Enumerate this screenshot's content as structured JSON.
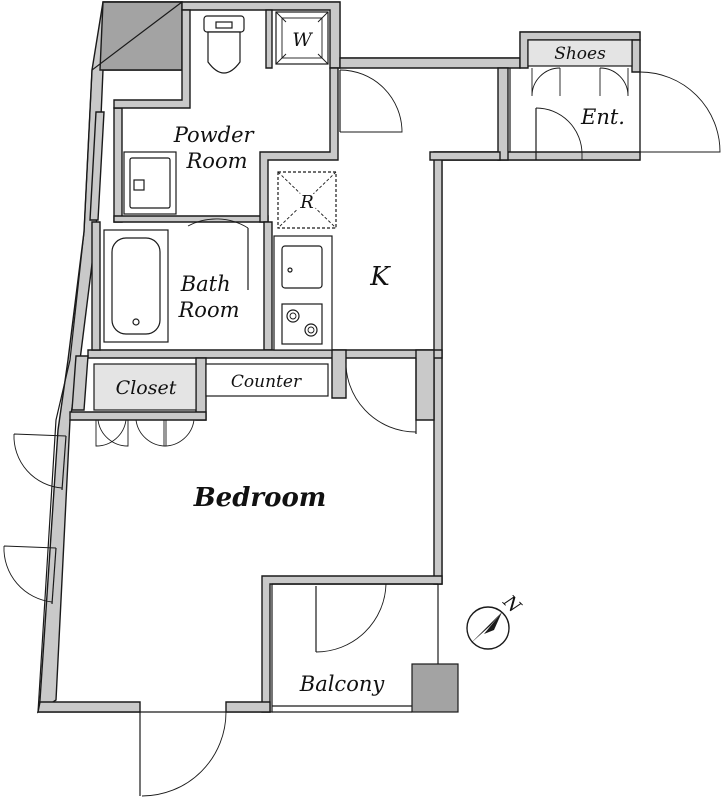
{
  "rooms": {
    "powder_room": "Powder\nRoom",
    "washer": "W",
    "shoes": "Shoes",
    "entrance": "Ent.",
    "refrigerator": "R",
    "kitchen": "K",
    "bath_room": "Bath\nRoom",
    "closet": "Closet",
    "counter": "Counter",
    "bedroom": "Bedroom",
    "balcony": "Balcony"
  },
  "compass": {
    "north_label": "N"
  }
}
